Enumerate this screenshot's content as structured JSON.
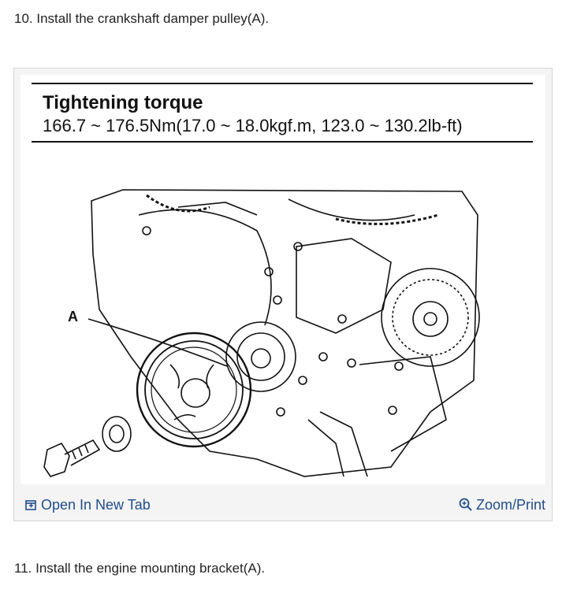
{
  "steps": {
    "step10": "10. Install the crankshaft damper pulley(A).",
    "step11": "11. Install the engine mounting bracket(A)."
  },
  "figure": {
    "torque_title": "Tightening torque",
    "torque_value": "166.7 ~ 176.5Nm(17.0 ~ 18.0kgf.m, 123.0 ~ 130.2lb-ft)",
    "callout_label": "A"
  },
  "actions": {
    "open_new_tab": "Open In New Tab",
    "zoom_print": "Zoom/Print"
  },
  "colors": {
    "link": "#1f4e8c",
    "frame_background": "#f4f4f4",
    "frame_border": "#d6d6d6"
  },
  "icons": [
    "open-in-new-tab-icon",
    "zoom-magnifier-icon"
  ]
}
